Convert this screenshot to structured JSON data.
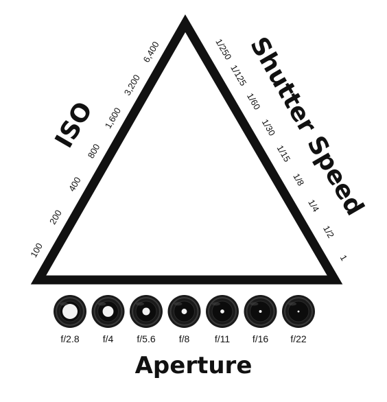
{
  "labels": {
    "iso": "ISO",
    "shutter": "Shutter Speed",
    "aperture": "Aperture"
  },
  "iso_values": [
    "100",
    "200",
    "400",
    "800",
    "1,600",
    "3,200",
    "6,400"
  ],
  "shutter_values": [
    "1/250",
    "1/125",
    "1/60",
    "1/30",
    "1/15",
    "1/8",
    "1/4",
    "1/2",
    "1"
  ],
  "aperture_stops": [
    "f/2.8",
    "f/4",
    "f/5.6",
    "f/8",
    "f/11",
    "f/16",
    "f/22"
  ],
  "aperture_opening": [
    1.0,
    0.72,
    0.5,
    0.36,
    0.26,
    0.18,
    0.13
  ],
  "colors": {
    "ink": "#111111",
    "lens": "#1a1a1a",
    "lens_ring": "#3a3a3a",
    "opening": "#f2f2f2"
  }
}
